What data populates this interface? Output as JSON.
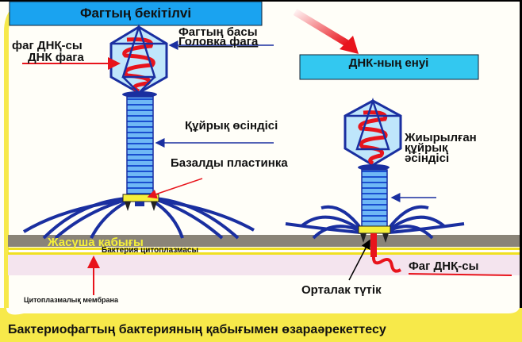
{
  "title_top": "Фагтың бекітілvі",
  "title_dna_entry": "ДНК-ның енуі",
  "labels": {
    "head_kz": "Фагтың басы",
    "head_ru": "Головка фага",
    "dna_kz": "фаг ДНҚ-сы",
    "dna_ru": "ДНК фага",
    "tail_sheath": "Құйрық өсіндісі",
    "base_plate": "Базалды пластинка",
    "contracted_1": "Жиырылған",
    "contracted_2": "құйрық",
    "contracted_3": "әсіндісі",
    "cell_wall": "Жасуша қабығы",
    "cytoplasm": "Бактерия цитоплазмасы",
    "membrane": "Цитоплазмалық мембрана",
    "phage_dna": "Фаг ДНҚ-сы",
    "central_tube": "Орталак түтік"
  },
  "caption": "Бактериофагтың бактерияның қабығымен өзараәрекеттесу",
  "colors": {
    "title_bar": "#1aa3f0",
    "dna_box": "#33c8f0",
    "phage_blue": "#1a2fa0",
    "tail_blue": "#3f8fe8",
    "dna_red": "#e8141c",
    "baseplate": "#f5f03a",
    "wall": "#8a8478",
    "frame_yellow": "#f7e94a",
    "cytoplasm": "#f4e4ee"
  }
}
